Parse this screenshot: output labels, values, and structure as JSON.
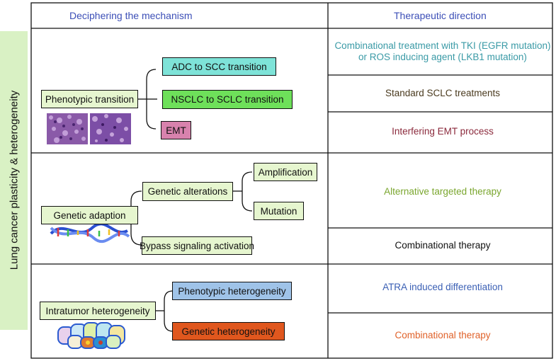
{
  "side_label": "Lung cancer plasticity & heterogeneity",
  "headers": {
    "left": "Deciphering the mechanism",
    "right": "Therapeutic direction"
  },
  "sections": [
    {
      "parent": "Phenotypic transition",
      "children": [
        "ADC to SCC transition",
        "NSCLC to SCLC transition",
        "EMT"
      ],
      "therapies": [
        {
          "text": "Combinational treatment with TKI (EGFR mutation) or ROS inducing agent (LKB1 mutation)",
          "color": "#3a9aa6"
        },
        {
          "text": "Standard SCLC treatments",
          "color": "#4a3a1e"
        },
        {
          "text": "Interfering EMT process",
          "color": "#8b2a3c"
        }
      ]
    },
    {
      "parent": "Genetic adaption",
      "children": [
        "Genetic alterations",
        "Bypass signaling activation"
      ],
      "grandchildren": [
        "Amplification",
        "Mutation"
      ],
      "therapies": [
        {
          "text": "Alternative targeted therapy",
          "color": "#7aa62e"
        },
        {
          "text": "Combinational therapy",
          "color": "#111111"
        }
      ]
    },
    {
      "parent": "Intratumor heterogeneity",
      "children": [
        "Phenotypic heterogeneity",
        "Genetic heterogeneity"
      ],
      "therapies": [
        {
          "text": "ATRA induced differentiation",
          "color": "#3a5fb4"
        },
        {
          "text": "Combinational therapy",
          "color": "#e0622a"
        }
      ]
    }
  ],
  "colors": {
    "header_text": "#3c4fb7",
    "side_band": "#d9f1c4",
    "box_light_green": "#e6f6cf",
    "box_cyan": "#7ee3d8",
    "box_green": "#6ee05a",
    "box_pink": "#d882ad",
    "box_blue": "#9fc3e8",
    "box_orange": "#e0571e"
  },
  "icons": [
    "histology-image-left",
    "histology-image-right",
    "dna-helix-icon",
    "cell-cluster-icon"
  ]
}
